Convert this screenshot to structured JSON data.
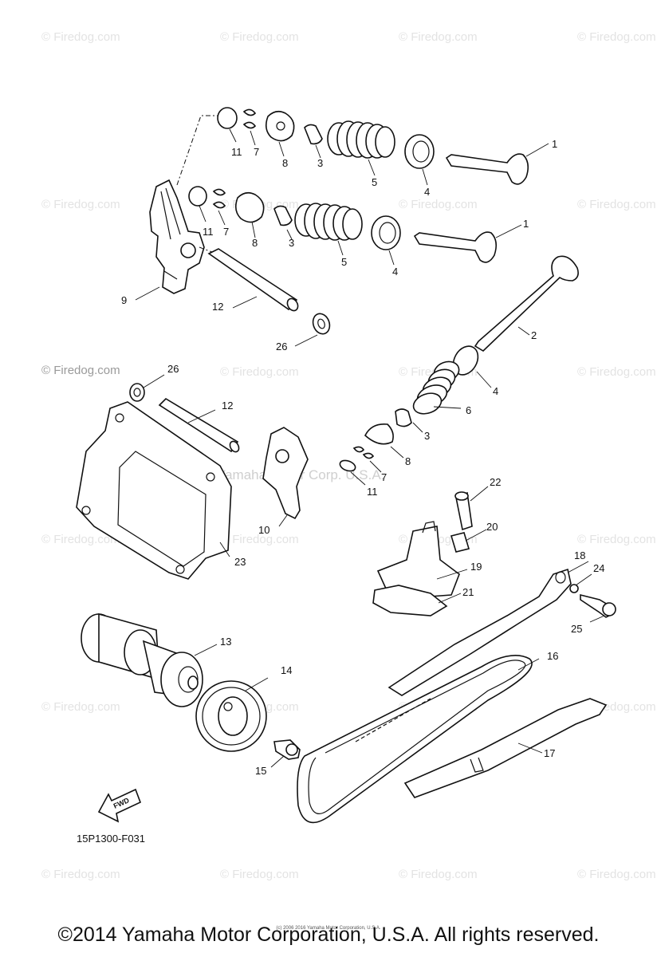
{
  "watermark": {
    "text": "© Firedog.com",
    "center_text": "Yamaha Motor Corp. U.S.A."
  },
  "diagram_code": "15P1300-F031",
  "fwd_label": "FWD",
  "footer": {
    "copyright": "©2014 Yamaha Motor Corporation, U.S.A. All rights reserved.",
    "tiny": "(c) 2006 2016 Yamaha Motor Corporation, U.S.A."
  },
  "callouts": [
    {
      "id": "1a",
      "text": "1"
    },
    {
      "id": "1b",
      "text": "1"
    },
    {
      "id": "2",
      "text": "2"
    },
    {
      "id": "3a",
      "text": "3"
    },
    {
      "id": "3b",
      "text": "3"
    },
    {
      "id": "3c",
      "text": "3"
    },
    {
      "id": "4a",
      "text": "4"
    },
    {
      "id": "4b",
      "text": "4"
    },
    {
      "id": "4c",
      "text": "4"
    },
    {
      "id": "5a",
      "text": "5"
    },
    {
      "id": "5b",
      "text": "5"
    },
    {
      "id": "6",
      "text": "6"
    },
    {
      "id": "7a",
      "text": "7"
    },
    {
      "id": "7b",
      "text": "7"
    },
    {
      "id": "7c",
      "text": "7"
    },
    {
      "id": "8a",
      "text": "8"
    },
    {
      "id": "8b",
      "text": "8"
    },
    {
      "id": "8c",
      "text": "8"
    },
    {
      "id": "9",
      "text": "9"
    },
    {
      "id": "10",
      "text": "10"
    },
    {
      "id": "11a",
      "text": "11"
    },
    {
      "id": "11b",
      "text": "11"
    },
    {
      "id": "11c",
      "text": "11"
    },
    {
      "id": "12a",
      "text": "12"
    },
    {
      "id": "12b",
      "text": "12"
    },
    {
      "id": "13",
      "text": "13"
    },
    {
      "id": "14",
      "text": "14"
    },
    {
      "id": "15",
      "text": "15"
    },
    {
      "id": "16",
      "text": "16"
    },
    {
      "id": "17",
      "text": "17"
    },
    {
      "id": "18",
      "text": "18"
    },
    {
      "id": "19",
      "text": "19"
    },
    {
      "id": "20",
      "text": "20"
    },
    {
      "id": "21",
      "text": "21"
    },
    {
      "id": "22",
      "text": "22"
    },
    {
      "id": "23",
      "text": "23"
    },
    {
      "id": "24",
      "text": "24"
    },
    {
      "id": "25",
      "text": "25"
    },
    {
      "id": "26a",
      "text": "26"
    },
    {
      "id": "26b",
      "text": "26"
    }
  ]
}
